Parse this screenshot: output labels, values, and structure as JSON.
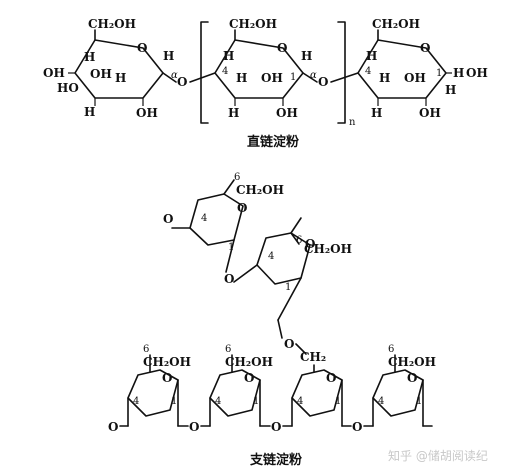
{
  "amylose": {
    "caption": "直链淀粉",
    "atoms": {
      "ch2oh": "CH₂OH",
      "h": "H",
      "oh": "OH",
      "o": "O",
      "ho": "HO"
    },
    "alpha": "α",
    "positions": {
      "c4": "4",
      "c1": "1"
    },
    "repeat_n": "n"
  },
  "amylopectin": {
    "caption": "支链淀粉",
    "atoms": {
      "ch2oh": "CH₂OH",
      "o": "O",
      "ch2": "CH₂"
    },
    "positions": {
      "c6": "6",
      "c4": "4",
      "c1": "1"
    }
  },
  "watermark": "知乎 @储胡阅读纪"
}
